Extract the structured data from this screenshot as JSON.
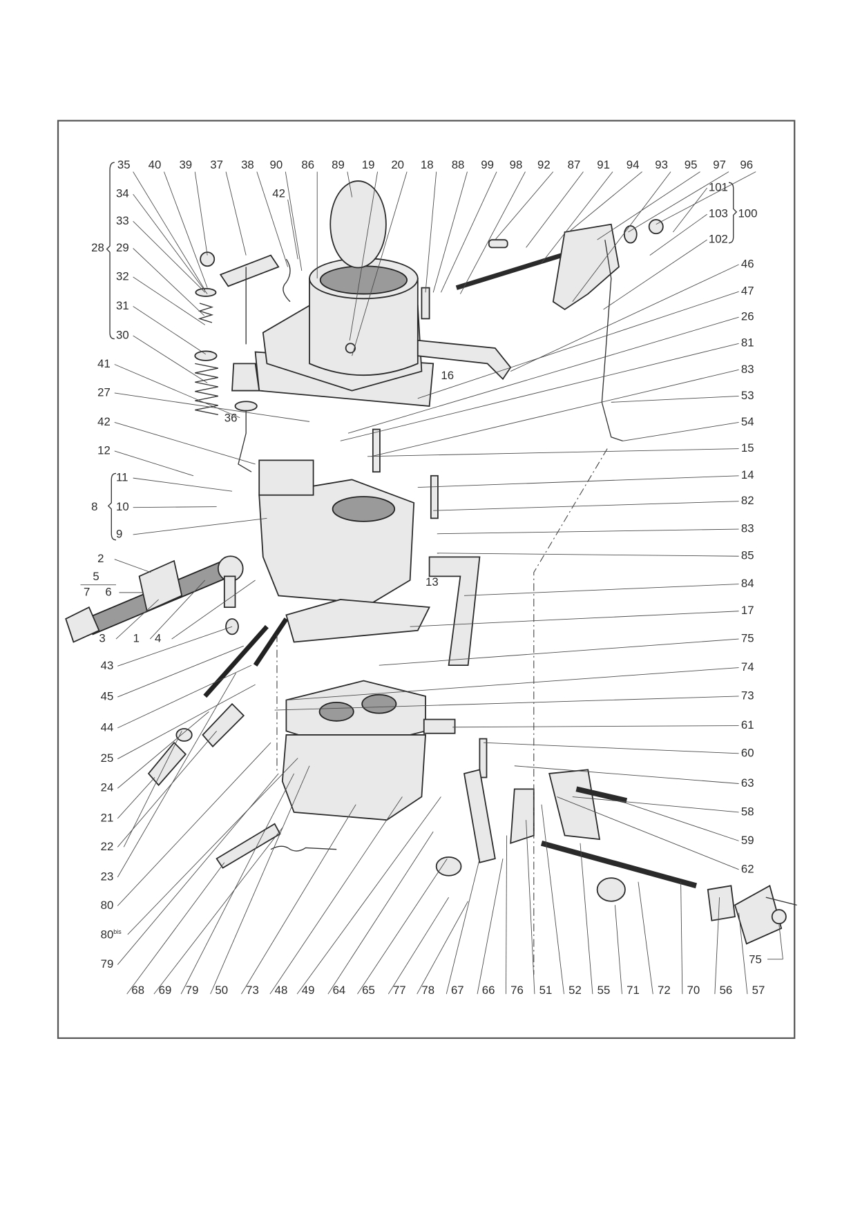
{
  "diagram": {
    "top_row": [
      "35",
      "40",
      "39",
      "37",
      "38",
      "90",
      "86",
      "89",
      "19",
      "20",
      "18",
      "88",
      "99",
      "98",
      "92",
      "87",
      "91",
      "94",
      "93",
      "95",
      "97",
      "96"
    ],
    "left_upper": [
      "34",
      "33",
      "29",
      "32",
      "31",
      "30"
    ],
    "group_28": "28",
    "label_42_top": "42",
    "label_36": "36",
    "label_16": "16",
    "label_13": "13",
    "group_100": {
      "members": [
        "101",
        "103",
        "102"
      ],
      "label": "100"
    },
    "right_column": [
      "46",
      "47",
      "26",
      "81",
      "83",
      "53",
      "54",
      "15",
      "14",
      "82",
      "83",
      "85",
      "84",
      "17",
      "75",
      "74",
      "73",
      "61",
      "60",
      "63",
      "58",
      "59",
      "62"
    ],
    "left_column": [
      "41",
      "27",
      "42",
      "12",
      "11",
      "10",
      "9",
      "2",
      "3",
      "1",
      "4",
      "43",
      "45",
      "44",
      "25",
      "24",
      "21",
      "22",
      "23",
      "80"
    ],
    "group_8": "8",
    "group_5": {
      "label": "5",
      "members": [
        "7",
        "6"
      ]
    },
    "label_80bis": {
      "num": "80",
      "sup": "bis"
    },
    "label_79_left": "79",
    "bottom_row": [
      "68",
      "69",
      "79",
      "50",
      "73",
      "48",
      "49",
      "64",
      "65",
      "77",
      "78",
      "67",
      "66",
      "76",
      "51",
      "52",
      "55",
      "71",
      "72",
      "70",
      "56",
      "57"
    ],
    "label_75_bottom": "75"
  }
}
